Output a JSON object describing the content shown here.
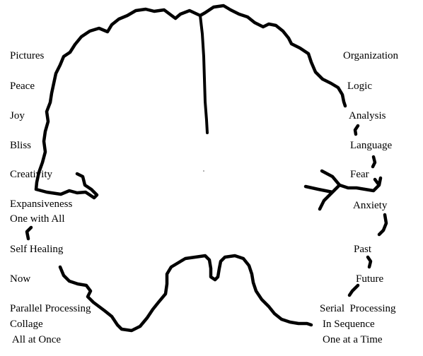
{
  "left_hemisphere": {
    "pictures": "Pictures",
    "peace": "Peace",
    "joy": "Joy",
    "bliss": "Bliss",
    "creativity": "Creativity",
    "expansiveness": [
      "Expansiveness",
      "One with All"
    ],
    "self_healing": "Self Healing",
    "now": "Now",
    "parallel": [
      "Parallel Processing",
      "Collage",
      " All at Once"
    ]
  },
  "right_hemisphere": {
    "organization": "Organization",
    "logic": "Logic",
    "analysis": "Analysis",
    "language": "Language",
    "fear": "Fear",
    "anxiety": "Anxiety",
    "past": "Past",
    "future": "Future",
    "serial": [
      "Serial  Processing",
      "In Sequence",
      "One at a Time"
    ]
  },
  "colors": {
    "outline": "#000000",
    "text": "#000000",
    "background": "#ffffff"
  }
}
